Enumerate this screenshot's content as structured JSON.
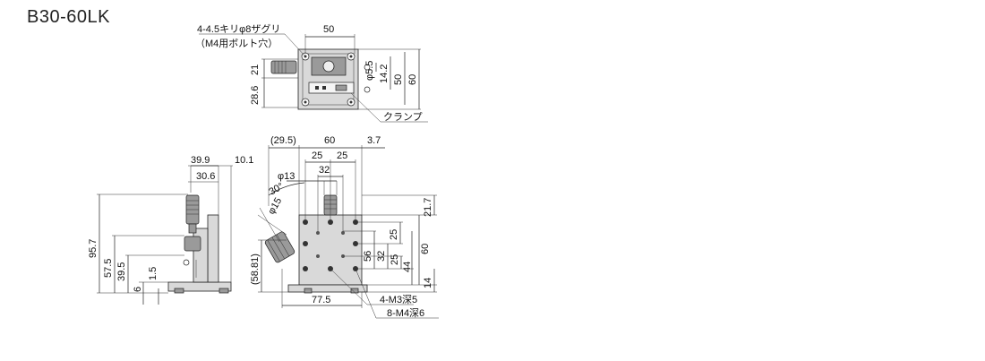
{
  "title": "B30-60LK",
  "colors": {
    "body": "#d9d9d9",
    "line": "#222222",
    "dark": "#9a9a9a"
  },
  "top_view": {
    "note_line1": "4-4.5キリφ8ザグリ",
    "note_line2": "（M4用ボルト穴）",
    "dim_50_top": "50",
    "dim_21": "21",
    "dim_28_6": "28.6",
    "dim_phi5_5": "φ5.5",
    "dim_14_2": "14.2",
    "dim_50_right": "50",
    "dim_60_right": "60",
    "clamp_label": "クランプ"
  },
  "side_view": {
    "dim_39_9": "39.9",
    "dim_10_1": "10.1",
    "dim_30_6": "30.6",
    "dim_95_7": "95.7",
    "dim_57_5": "57.5",
    "dim_39_5": "39.5",
    "dim_6": "6",
    "dim_1_5": "1.5"
  },
  "front_view": {
    "dim_29_5": "(29.5)",
    "dim_60_top": "60",
    "dim_3_7": "3.7",
    "dim_25_a": "25",
    "dim_25_b": "25",
    "dim_32": "32",
    "dim_phi13": "φ13",
    "dim_30deg": "30°",
    "dim_phi15": "φ15",
    "dim_21_7": "21.7",
    "dim_25_r1": "25",
    "dim_60_r": "60",
    "dim_56": "56",
    "dim_32_r": "32",
    "dim_25_r2": "25",
    "dim_44": "44",
    "dim_14": "14",
    "dim_58_81": "(58.81)",
    "dim_77_5": "77.5",
    "note_m3": "4-M3深5",
    "note_m4": "8-M4深6"
  }
}
